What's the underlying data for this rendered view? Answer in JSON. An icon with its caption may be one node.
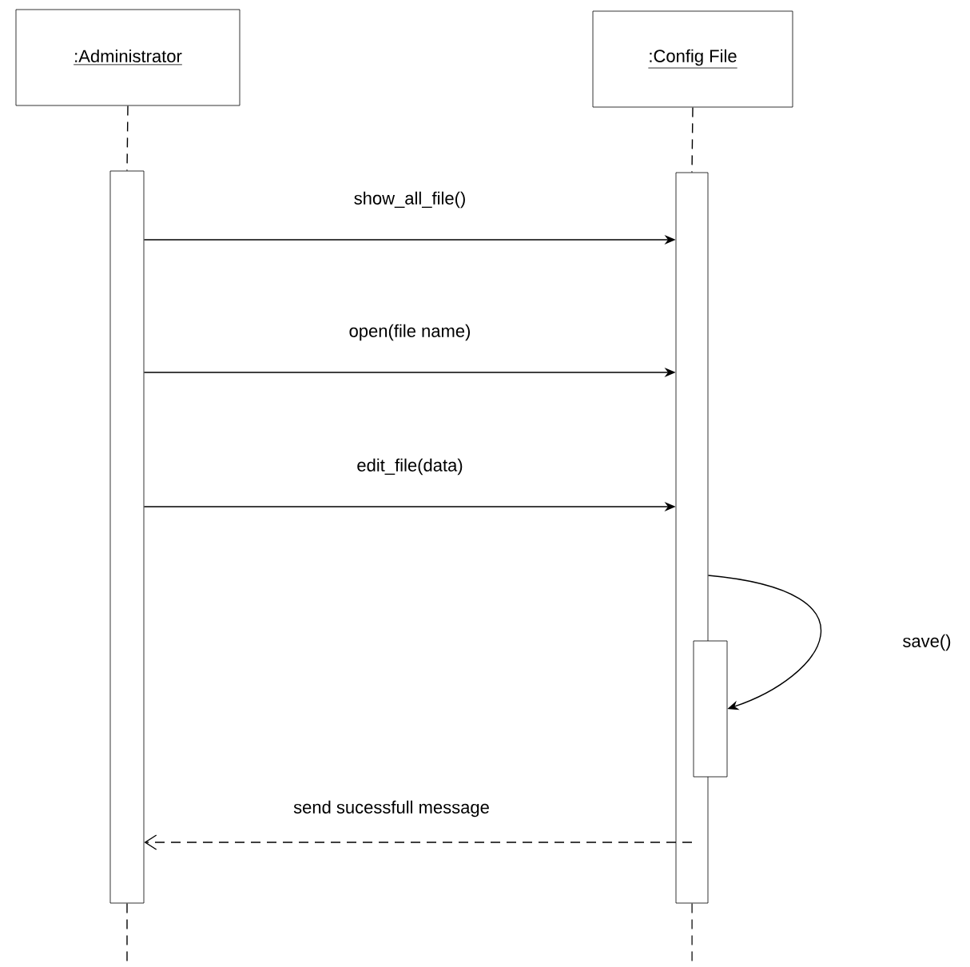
{
  "diagram": {
    "nodes": [
      {
        "text": [
          ":Administrator"
        ]
      },
      {
        "text": [
          ":Config File"
        ]
      },
      {
        "text": [],
        "shape": "bar"
      },
      {
        "text": [],
        "shape": "bar"
      },
      {
        "text": [],
        "shape": "bar"
      }
    ],
    "edges": [
      {
        "from": 0,
        "to": 2,
        "arrow": "none",
        "style": "dashed"
      },
      {
        "from": 1,
        "to": 3,
        "arrow": "none",
        "style": "dashed"
      },
      {
        "from": 2,
        "to": null,
        "arrow": "none",
        "style": "dashed"
      },
      {
        "from": 3,
        "to": null,
        "arrow": "none",
        "style": "dashed"
      },
      {
        "from": 2,
        "to": 3,
        "arrow": "to",
        "label": "show_all_file()"
      },
      {
        "from": 2,
        "to": 3,
        "arrow": "to",
        "label": "open(file name)"
      },
      {
        "from": 2,
        "to": 3,
        "arrow": "to",
        "label": "edit_file(data)"
      },
      {
        "from": 3,
        "to": 4,
        "arrow": "to",
        "label": "save()"
      },
      {
        "from": 3,
        "to": 2,
        "arrow": "to",
        "label": "send sucessfull message",
        "style": "dashed"
      }
    ]
  }
}
